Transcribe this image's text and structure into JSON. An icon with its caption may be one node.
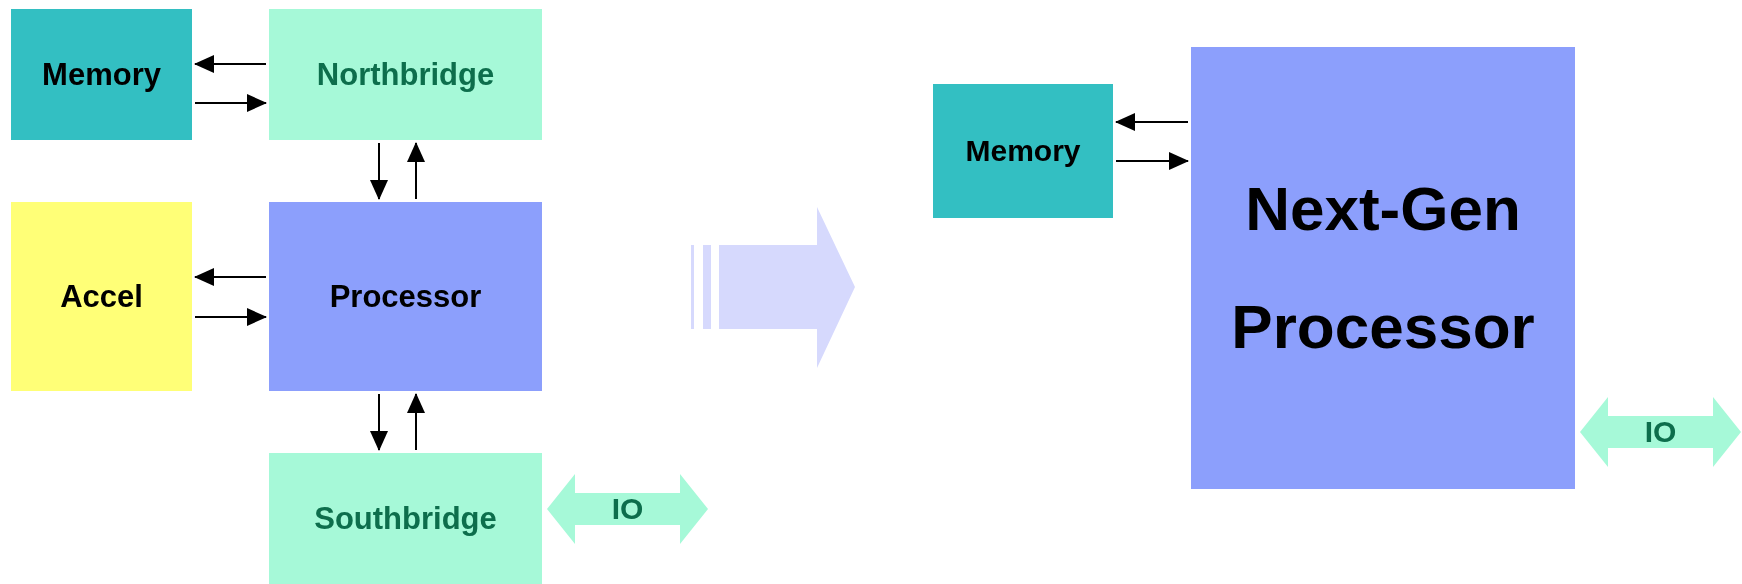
{
  "diagram": {
    "nodes": [
      {
        "text": [
          "Memory"
        ]
      },
      {
        "text": [
          "Northbridge"
        ]
      },
      {
        "text": [
          "Accel"
        ]
      },
      {
        "text": [
          "Processor"
        ]
      },
      {
        "text": [
          "Southbridge"
        ]
      },
      {
        "text": [
          "Memory"
        ]
      },
      {
        "text": [
          "Next-Gen Processor"
        ]
      }
    ],
    "edges": [
      {
        "from": 1,
        "to": 0,
        "arrow": "to"
      },
      {
        "from": 0,
        "to": 1,
        "arrow": "to"
      },
      {
        "from": 1,
        "to": 3,
        "arrow": "to"
      },
      {
        "from": 3,
        "to": 1,
        "arrow": "to"
      },
      {
        "from": 3,
        "to": 2,
        "arrow": "to"
      },
      {
        "from": 2,
        "to": 3,
        "arrow": "to"
      },
      {
        "from": 3,
        "to": 4,
        "arrow": "to"
      },
      {
        "from": 4,
        "to": 3,
        "arrow": "to"
      },
      {
        "from": 4,
        "to": null,
        "arrow": "both",
        "label": "IO",
        "style": "thick",
        "color": "#a6f9d8"
      },
      {
        "from": 6,
        "to": 5,
        "arrow": "to"
      },
      {
        "from": 5,
        "to": 6,
        "arrow": "to"
      },
      {
        "from": 6,
        "to": null,
        "arrow": "both",
        "label": "IO",
        "style": "thick",
        "color": "#a6f9d8"
      }
    ]
  }
}
